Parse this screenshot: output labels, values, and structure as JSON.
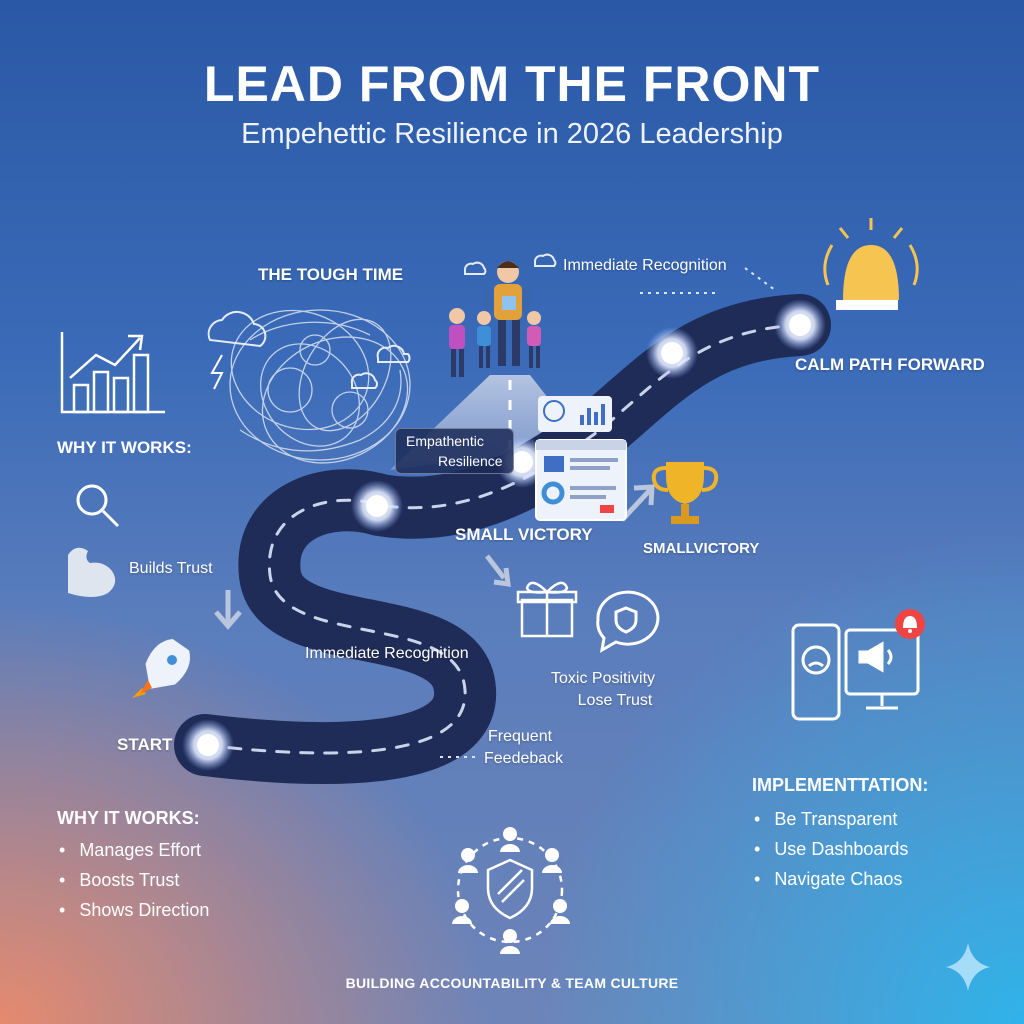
{
  "title": "LEAD FROM THE FRONT",
  "subtitle": "Empehettic Resilience in 2026 Leadership",
  "labels": {
    "tough_time": "THE TOUGH TIME",
    "immediate_recognition_top": "Immediate Recognition",
    "calm_path": "CALM PATH FORWARD",
    "why_it_works_left": "WHY IT WORKS:",
    "builds_trust": "Builds Trust",
    "empathetic_line1": "Empathentic",
    "empathetic_line2": "Resilience",
    "small_victory": "SMALL VICTORY",
    "small_victory_2": "SMALLVICTORY",
    "immediate_recognition_mid": "Immediate Recognition",
    "toxic_line1": "Toxic Positivity",
    "toxic_line2": "Lose Trust",
    "start": "START",
    "frequent_line1": "Frequent",
    "frequent_line2": "Feedeback"
  },
  "why_it_works": {
    "heading": "WHY IT WORKS:",
    "items": [
      "Manages Effort",
      "Boosts Trust",
      "Shows Direction"
    ]
  },
  "implementation": {
    "heading": "IMPLEMENTTATION:",
    "items": [
      "Be Transparent",
      "Use Dashboards",
      "Navigate Chaos"
    ]
  },
  "footer": "BUILDING ACCOUNTABILITY & TEAM CULTURE",
  "colors": {
    "road": "#1f2c57",
    "node_glow": "#ffffff",
    "trophy": "#f0b429",
    "alert": "#ef4444"
  }
}
